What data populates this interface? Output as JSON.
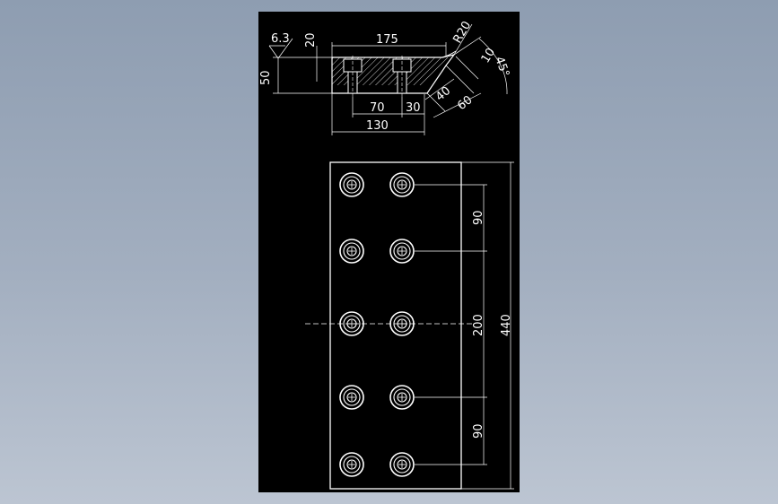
{
  "colors": {
    "background_top": "#8e9db1",
    "background_bottom": "#bcc5d2",
    "viewport": "#000000",
    "lines": "#ffffff"
  },
  "section_view": {
    "dims": {
      "overall_length": "175",
      "chamfer_radius": "R20",
      "chamfer_angle": "45°",
      "chamfer_leg": "10",
      "roughness": "6.3",
      "top_offset": "20",
      "height": "50",
      "hole_pitch": "70",
      "hole_offset": "30",
      "base_length": "130",
      "bevel_small": "40",
      "bevel_large": "60"
    }
  },
  "plan_view": {
    "hole_rows": 5,
    "hole_cols": 2,
    "dims": {
      "top_pitch": "90",
      "middle_span": "200",
      "bottom_pitch": "90",
      "overall_height": "440"
    }
  }
}
